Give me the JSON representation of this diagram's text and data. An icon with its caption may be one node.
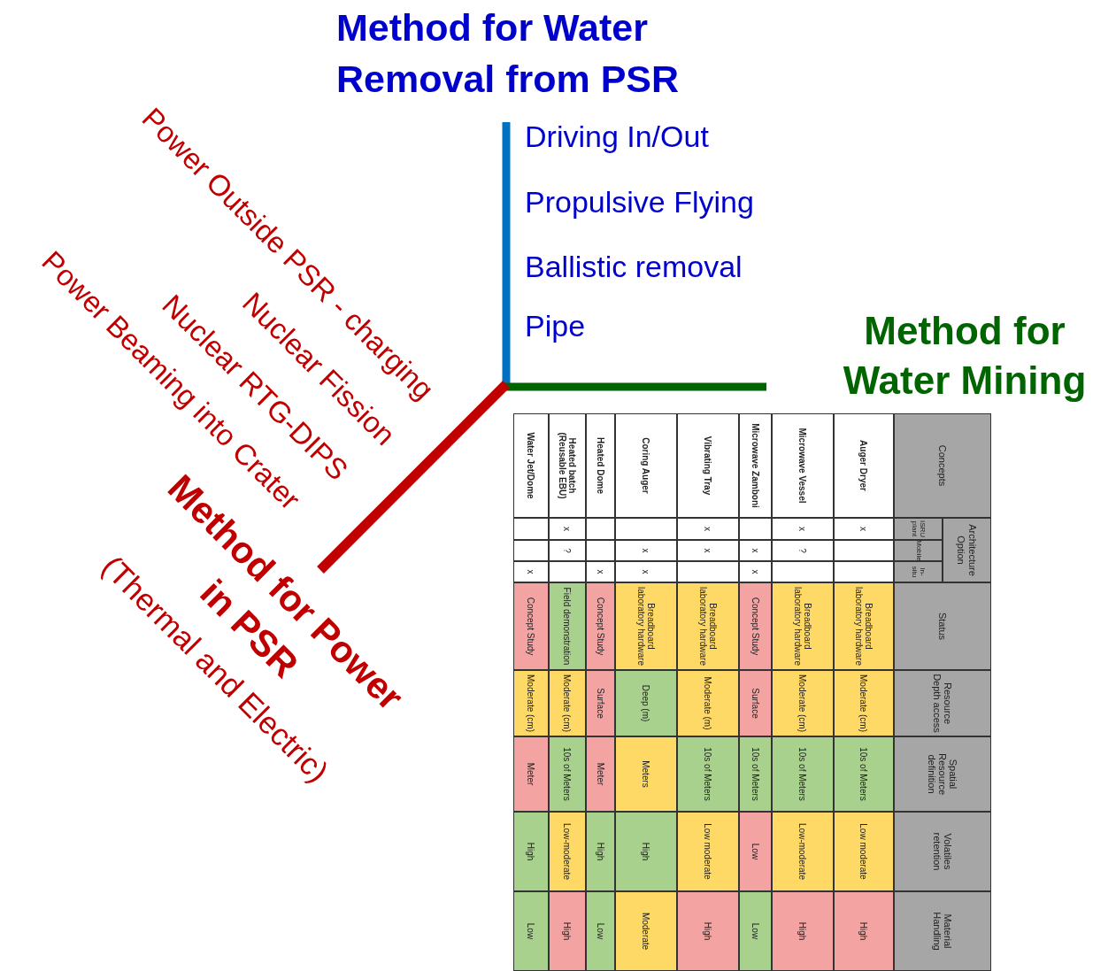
{
  "diagram": {
    "labels": [
      "Method for Water Removal from PSR",
      "Driving In/Out",
      "Propulsive Flying",
      "Ballistic removal",
      "Pipe",
      "Method for Water Mining",
      "Power Outside PSR - charging",
      "Nuclear Fission",
      "Nuclear RTG-DIPS",
      "Power Beaming into Crater",
      "Method for Power in PSR",
      "(Thermal and Electric)",
      "Concepts",
      "Architecture Option",
      "Status",
      "Resource Depth access",
      "Spatial Resource definition",
      "Volatiles retention",
      "Material Handling",
      "ISRU plant",
      "Mobile",
      "In-situ",
      "Auger Dryer",
      "x",
      "Breadboard laboratory hardware",
      "Moderate (cm)",
      "10s of Meters",
      "Low moderate",
      "High",
      "Microwave Vessel",
      "x",
      "?",
      "Breadboard laboratory hardware",
      "Moderate (cm)",
      "10s of Meters",
      "Low-moderate",
      "High",
      "Microwave Zamboni",
      "x",
      "x",
      "Concept Study",
      "Surface",
      "10s of Meters",
      "Low",
      "Low",
      "Vibrating Tray",
      "x",
      "x",
      "Breadboard laboratory hardware",
      "Moderate (m)",
      "10s of Meters",
      "Low moderate",
      "High",
      "Coring Auger",
      "x",
      "x",
      "Breadboard laboratory hardware",
      "Deep (m)",
      "Meters",
      "High",
      "Moderate",
      "Heated Dome",
      "x",
      "Concept Study",
      "Surface",
      "Meter",
      "High",
      "Low",
      "Heated batch (Reusable EBU)",
      "x",
      "?",
      "Field demonstration",
      "Moderate (cm)",
      "10s of Meters",
      "Low-moderate",
      "High",
      "Water Jet/Dome",
      "x",
      "Concept Study",
      "Moderate (cm)",
      "Meter",
      "High",
      "Low"
    ]
  }
}
